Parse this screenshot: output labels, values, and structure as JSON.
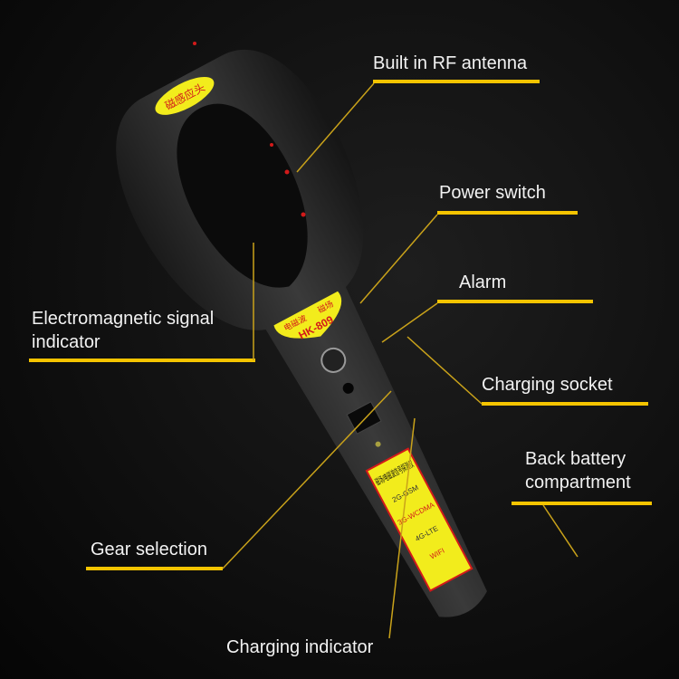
{
  "device": {
    "top_label": "磁感应头",
    "mid_label_left": "电磁波",
    "mid_label_right": "磁场",
    "model": "HK-809",
    "side_label_title": "磁场/电磁波信号探测仪",
    "bands": [
      "2G-GSM",
      "3G-WCDMA",
      "4G-LTE",
      "WIFI"
    ]
  },
  "callouts": {
    "antenna": "Built in RF antenna",
    "power": "Power switch",
    "alarm": "Alarm",
    "socket": "Charging socket",
    "battery_1": "Back battery",
    "battery_2": "compartment",
    "indicator_1": "Electromagnetic signal",
    "indicator_2": "indicator",
    "gear": "Gear selection",
    "charging": "Charging indicator"
  },
  "colors": {
    "accent": "#f5c400",
    "leader": "#c9a21a",
    "label_yellow": "#f2ec1c",
    "led": "#d21a1a"
  }
}
